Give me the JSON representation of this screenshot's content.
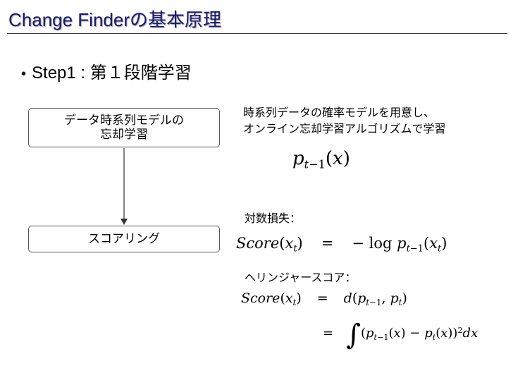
{
  "title": "Change Finderの基本原理",
  "bullet": {
    "step": "Step1 : ",
    "text": "第１段階学習"
  },
  "flow": {
    "box1_text": "データ時系列モデルの\n忘却学習",
    "box2_text": "スコアリング"
  },
  "description": {
    "line1": "時系列データの確率モデルを用意し、",
    "line2": "オンライン忘却学習アルゴリズムで学習"
  },
  "log_loss_label": "対数損失：",
  "hellinger_label": "ヘリンジャースコア："
}
